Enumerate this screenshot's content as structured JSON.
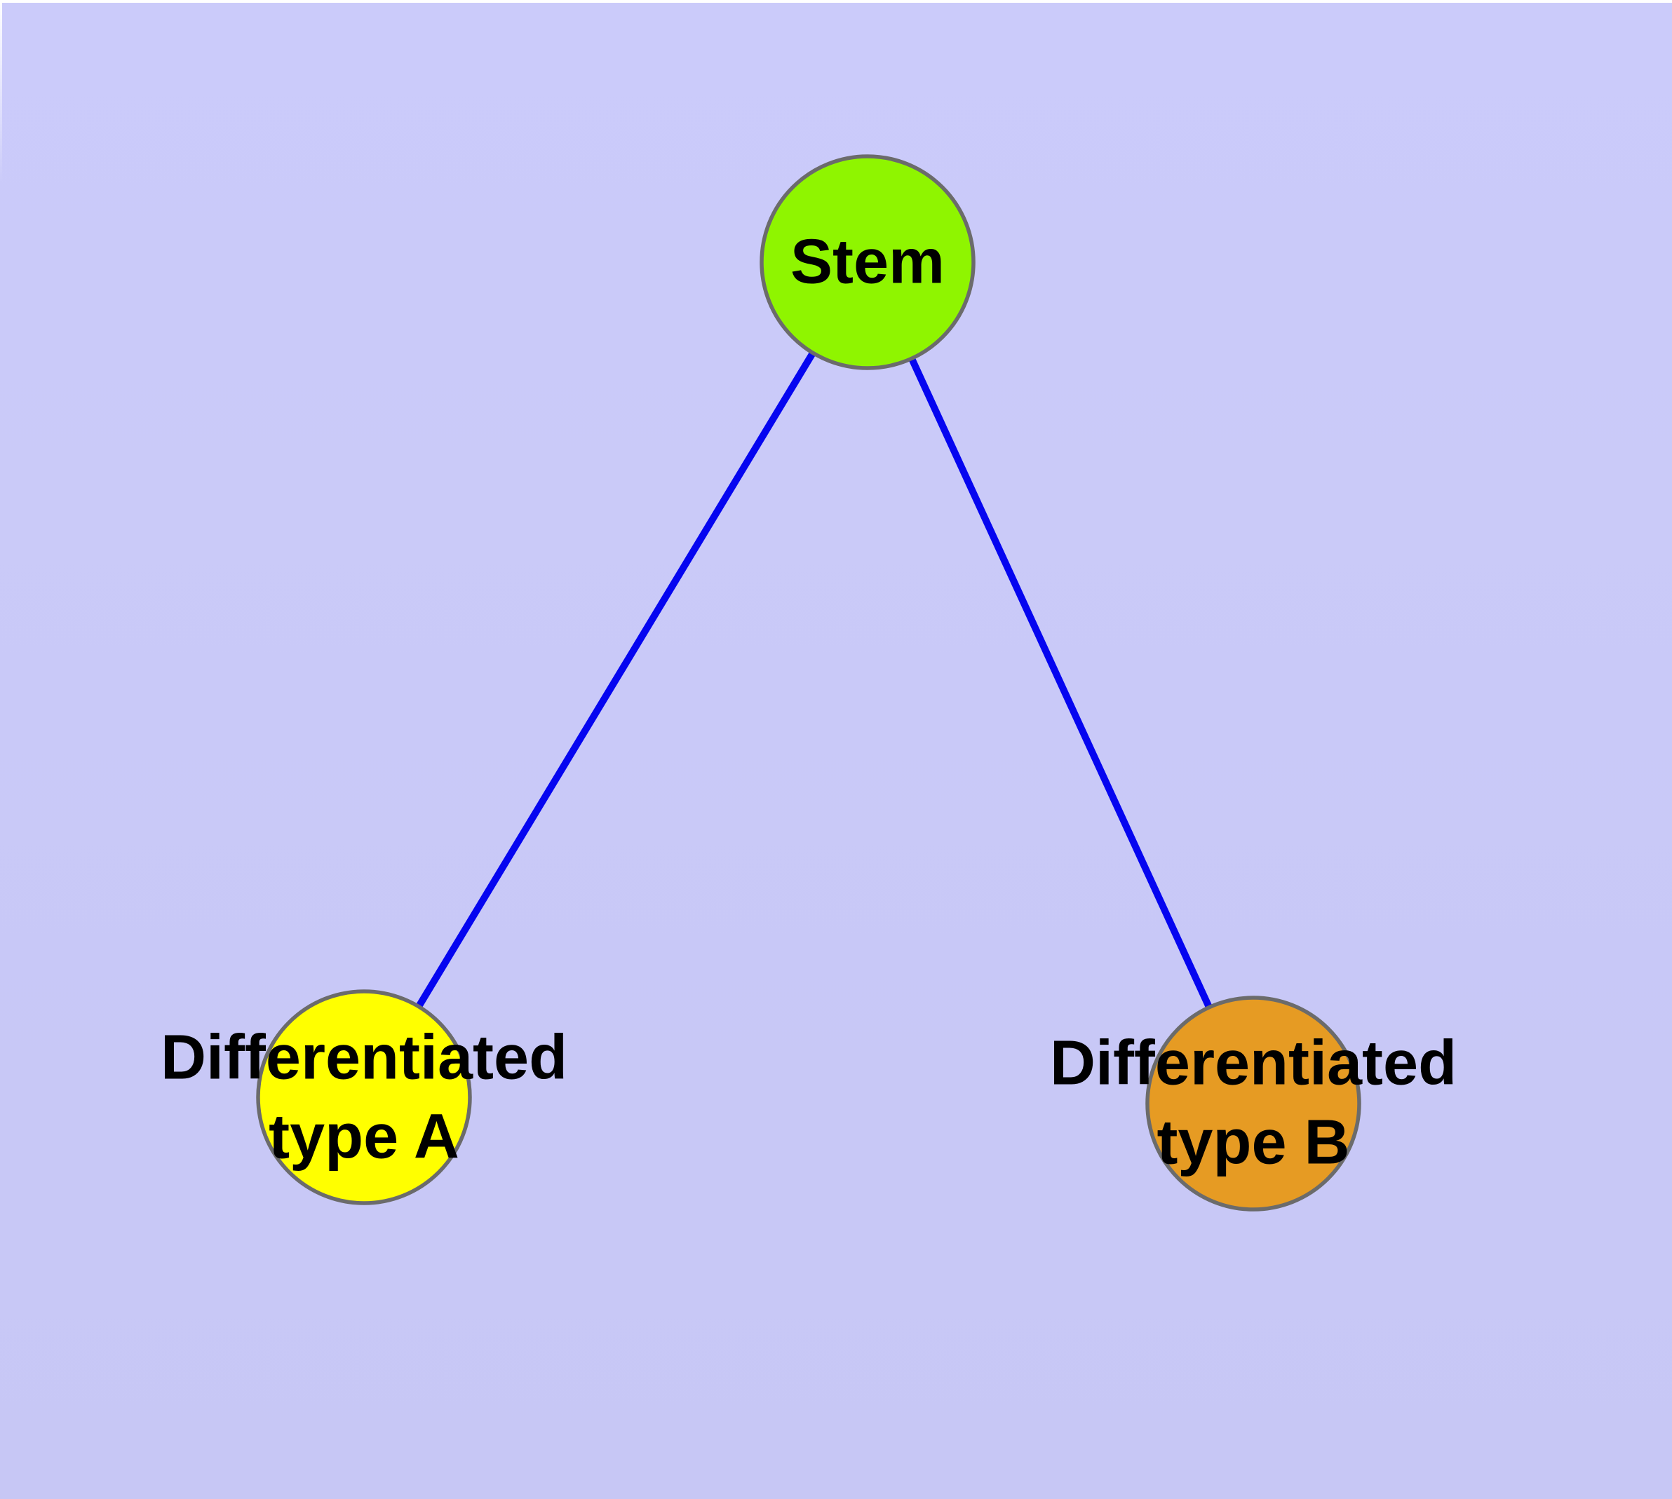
{
  "diagram": {
    "type": "graph",
    "background_color": "#C9C9F7",
    "top_border_color": "#FFFFFF",
    "edge_color": "#0505F0",
    "node_border_color": "#6B6B6B",
    "label_color": "#000000",
    "nodes": [
      {
        "id": "stem",
        "label": "Stem",
        "fill": "#8FF500"
      },
      {
        "id": "differentiated-type-a",
        "label": "Differentiated\ntype A",
        "fill": "#FFFF00"
      },
      {
        "id": "differentiated-type-b",
        "label": "Differentiated\ntype B",
        "fill": "#E69B23"
      }
    ],
    "edges": [
      {
        "from": "Stem",
        "to": "Differentiated type A"
      },
      {
        "from": "Stem",
        "to": "Differentiated type B"
      }
    ]
  }
}
